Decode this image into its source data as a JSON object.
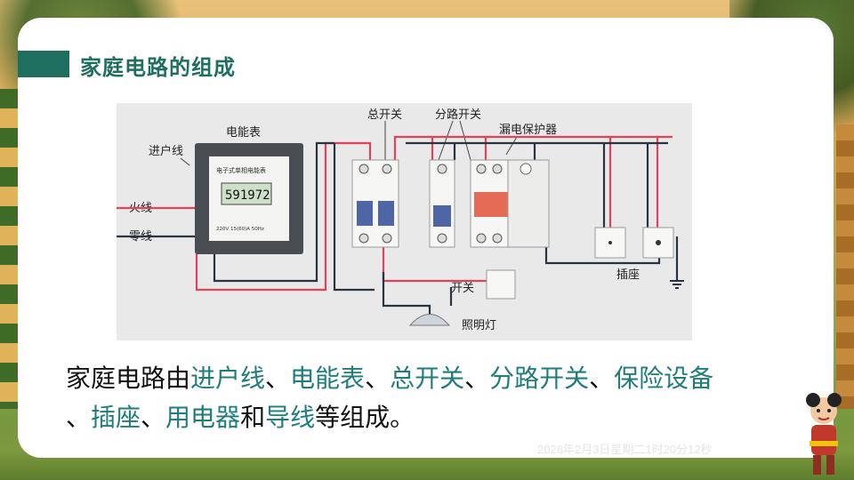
{
  "slide": {
    "title": "家庭电路的组成",
    "timestamp": "2026年2月3日星期二1时20分12秒"
  },
  "diagram": {
    "labels": {
      "meter": "电能表",
      "incoming": "进户线",
      "live": "火线",
      "neutral": "零线",
      "main_switch": "总开关",
      "branch_switch": "分路开关",
      "rcd": "漏电保护器",
      "socket": "插座",
      "switch": "开关",
      "lamp": "照明灯"
    },
    "meter_face": {
      "header": "电子式单相电能表",
      "reading": "591972",
      "footer": "220V 15(60)A 50Hz"
    }
  },
  "body": {
    "parts": [
      {
        "text": "家庭电路由",
        "hl": false
      },
      {
        "text": "进户线",
        "hl": true
      },
      {
        "text": "、",
        "hl": false
      },
      {
        "text": "电能表",
        "hl": true
      },
      {
        "text": "、",
        "hl": false
      },
      {
        "text": "总开关",
        "hl": true
      },
      {
        "text": "、",
        "hl": false
      },
      {
        "text": "分路开关",
        "hl": true
      },
      {
        "text": "、",
        "hl": false
      },
      {
        "text": "保险设备",
        "hl": true
      },
      {
        "text": "、",
        "hl": false
      },
      {
        "text": "插座",
        "hl": true
      },
      {
        "text": "、",
        "hl": false
      },
      {
        "text": "用电器",
        "hl": true
      },
      {
        "text": "和",
        "hl": false
      },
      {
        "text": "导线",
        "hl": true
      },
      {
        "text": "等组成。",
        "hl": false
      }
    ]
  },
  "colors": {
    "accent": "#1f6f61",
    "highlight": "#1f7d7a",
    "live_wire": "#e0445a",
    "neutral_wire": "#2a3440"
  }
}
